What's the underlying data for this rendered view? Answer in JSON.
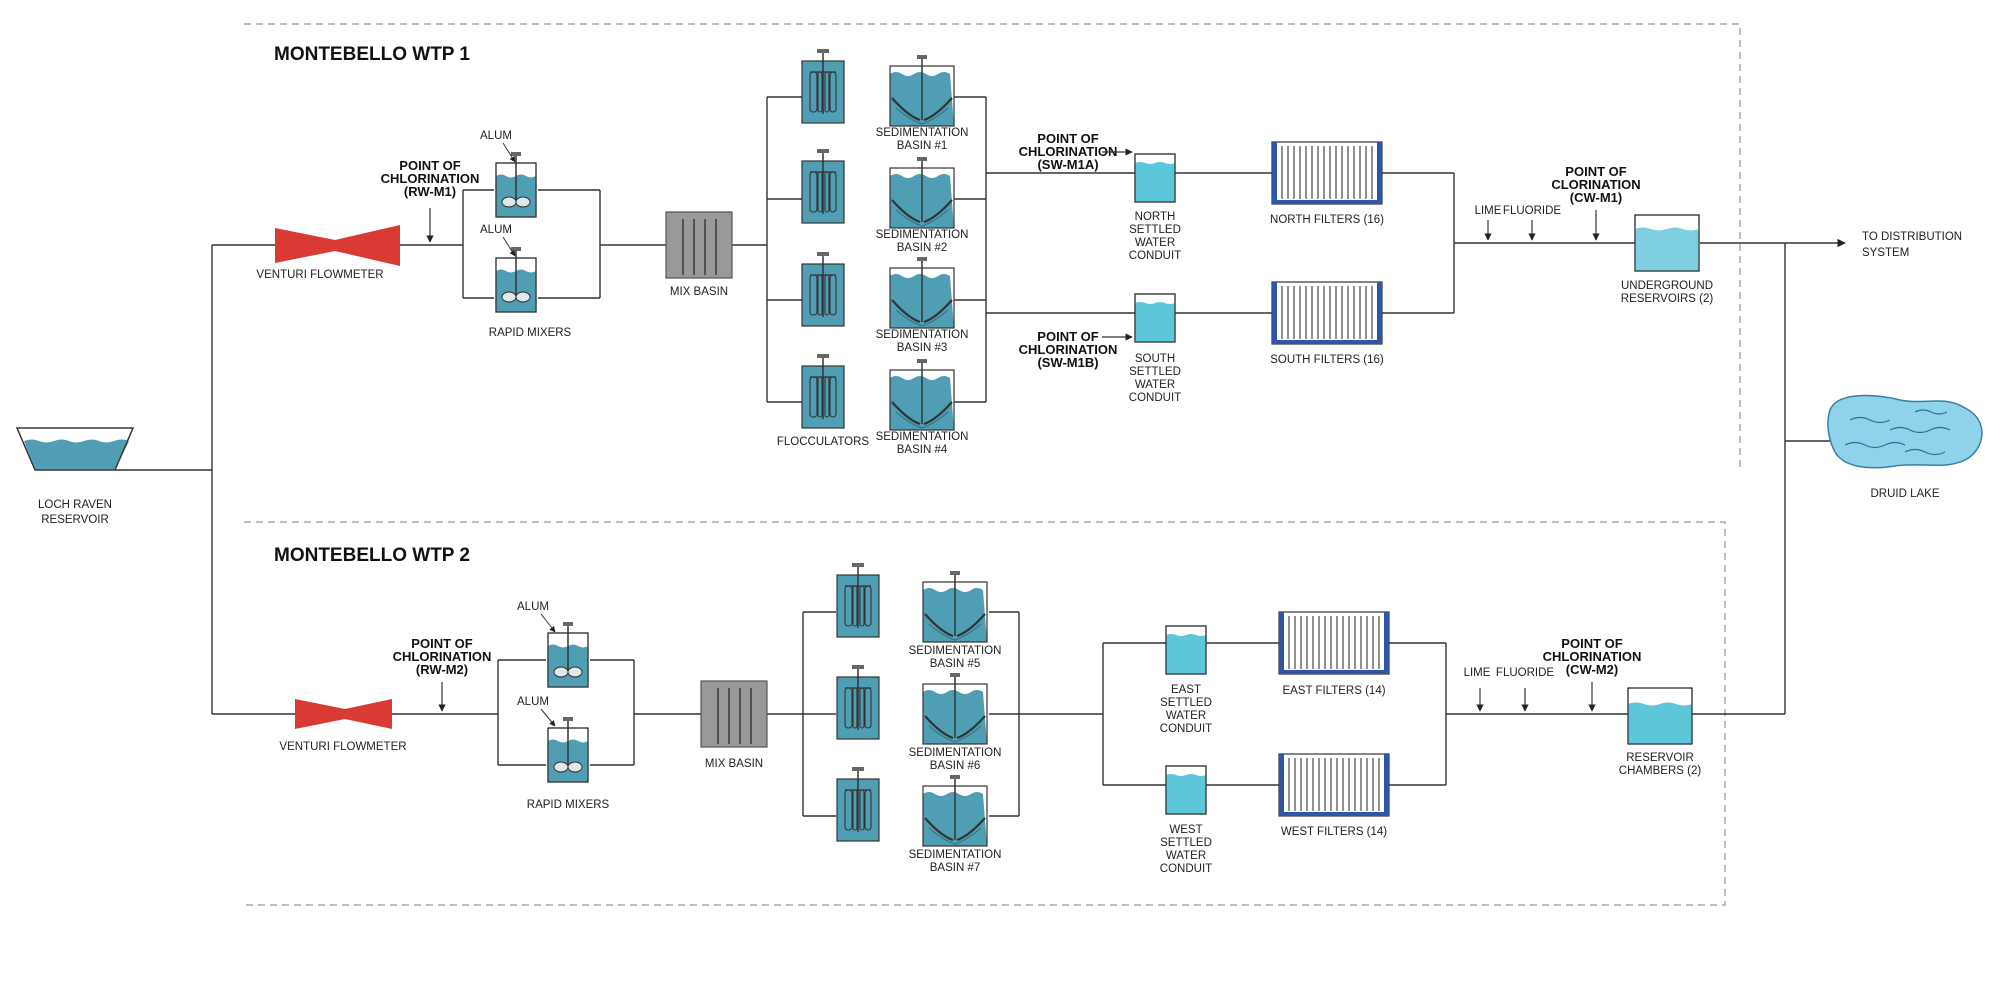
{
  "plant1": {
    "title": "MONTEBELLO WTP 1",
    "venturi": "VENTURI FLOWMETER",
    "alum_top": "ALUM",
    "alum_bottom": "ALUM",
    "rapid_mixers": "RAPID MIXERS",
    "mix_basin": "MIX BASIN",
    "flocculators": "FLOCCULATORS",
    "chlorination_raw": [
      "POINT OF",
      "CHLORINATION",
      "(RW-M1)"
    ],
    "sedimentation": [
      [
        "SEDIMENTATION",
        "BASIN #1"
      ],
      [
        "SEDIMENTATION",
        "BASIN #2"
      ],
      [
        "SEDIMENTATION",
        "BASIN #3"
      ],
      [
        "SEDIMENTATION",
        "BASIN #4"
      ]
    ],
    "chlorination_north": [
      "POINT OF",
      "CHLORINATION",
      "(SW-M1A)"
    ],
    "chlorination_south": [
      "POINT OF",
      "CHLORINATION",
      "(SW-M1B)"
    ],
    "north_conduit": [
      "NORTH",
      "SETTLED",
      "WATER",
      "CONDUIT"
    ],
    "south_conduit": [
      "SOUTH",
      "SETTLED",
      "WATER",
      "CONDUIT"
    ],
    "north_filters": "NORTH FILTERS (16)",
    "south_filters": "SOUTH FILTERS (16)",
    "lime": "LIME",
    "fluoride": "FLUORIDE",
    "chlorination_clear": [
      "POINT OF",
      "CLORINATION",
      "(CW-M1)"
    ],
    "reservoir": [
      "UNDERGROUND",
      "RESERVOIRS (2)"
    ]
  },
  "plant2": {
    "title": "MONTEBELLO WTP 2",
    "venturi": "VENTURI FLOWMETER",
    "alum_top": "ALUM",
    "alum_bottom": "ALUM",
    "rapid_mixers": "RAPID MIXERS",
    "mix_basin": "MIX BASIN",
    "chlorination_raw": [
      "POINT OF",
      "CHLORINATION",
      "(RW-M2)"
    ],
    "sedimentation": [
      [
        "SEDIMENTATION",
        "BASIN #5"
      ],
      [
        "SEDIMENTATION",
        "BASIN #6"
      ],
      [
        "SEDIMENTATION",
        "BASIN #7"
      ]
    ],
    "east_conduit": [
      "EAST",
      "SETTLED",
      "WATER",
      "CONDUIT"
    ],
    "west_conduit": [
      "WEST",
      "SETTLED",
      "WATER",
      "CONDUIT"
    ],
    "east_filters": "EAST FILTERS (14)",
    "west_filters": "WEST FILTERS (14)",
    "lime": "LIME",
    "fluoride": "FLUORIDE",
    "chlorination_clear": [
      "POINT OF",
      "CHLORINATION",
      "(CW-M2)"
    ],
    "reservoir": [
      "RESERVOIR",
      "CHAMBERS (2)"
    ]
  },
  "source": [
    "LOCH RAVEN",
    "RESERVOIR"
  ],
  "druid_lake": "DRUID LAKE",
  "distribution": [
    "TO DISTRIBUTION",
    "SYSTEM"
  ],
  "colors": {
    "water": "#4f9eb4",
    "tank_dark": "#3a8aa3",
    "venturi": "#d93a33",
    "mix_basin": "#999999",
    "conduit_water": "#5cc7d8",
    "filter_edge": "#2f55a8",
    "pipe": "#333333"
  }
}
